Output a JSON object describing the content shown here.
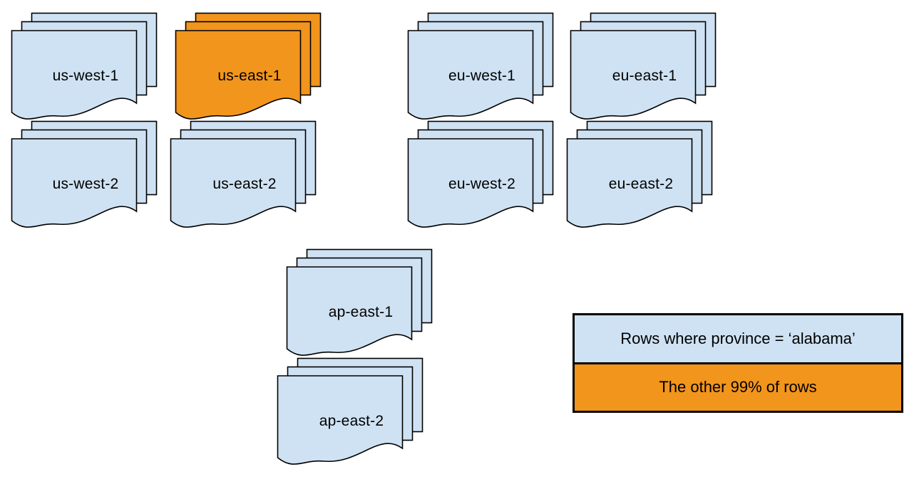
{
  "diagram": {
    "colors": {
      "region_fill_blue": "#cfe2f3",
      "highlight_fill_orange": "#f2951d",
      "stroke": "#000000",
      "background": "#ffffff"
    },
    "clusters": [
      {
        "id": "us-west-1",
        "label": "us-west-1",
        "variant": "blue"
      },
      {
        "id": "us-east-1",
        "label": "us-east-1",
        "variant": "orange"
      },
      {
        "id": "eu-west-1",
        "label": "eu-west-1",
        "variant": "blue"
      },
      {
        "id": "eu-east-1",
        "label": "eu-east-1",
        "variant": "blue"
      },
      {
        "id": "us-west-2",
        "label": "us-west-2",
        "variant": "blue"
      },
      {
        "id": "us-east-2",
        "label": "us-east-2",
        "variant": "blue"
      },
      {
        "id": "eu-west-2",
        "label": "eu-west-2",
        "variant": "blue"
      },
      {
        "id": "eu-east-2",
        "label": "eu-east-2",
        "variant": "blue"
      },
      {
        "id": "ap-east-1",
        "label": "ap-east-1",
        "variant": "blue"
      },
      {
        "id": "ap-east-2",
        "label": "ap-east-2",
        "variant": "blue"
      }
    ],
    "legend": {
      "items": [
        {
          "label": "Rows where province = ‘alabama’",
          "variant": "blue",
          "fill": "#cfe2f3"
        },
        {
          "label": "The other 99% of rows",
          "variant": "orange",
          "fill": "#f2951d"
        }
      ]
    }
  }
}
